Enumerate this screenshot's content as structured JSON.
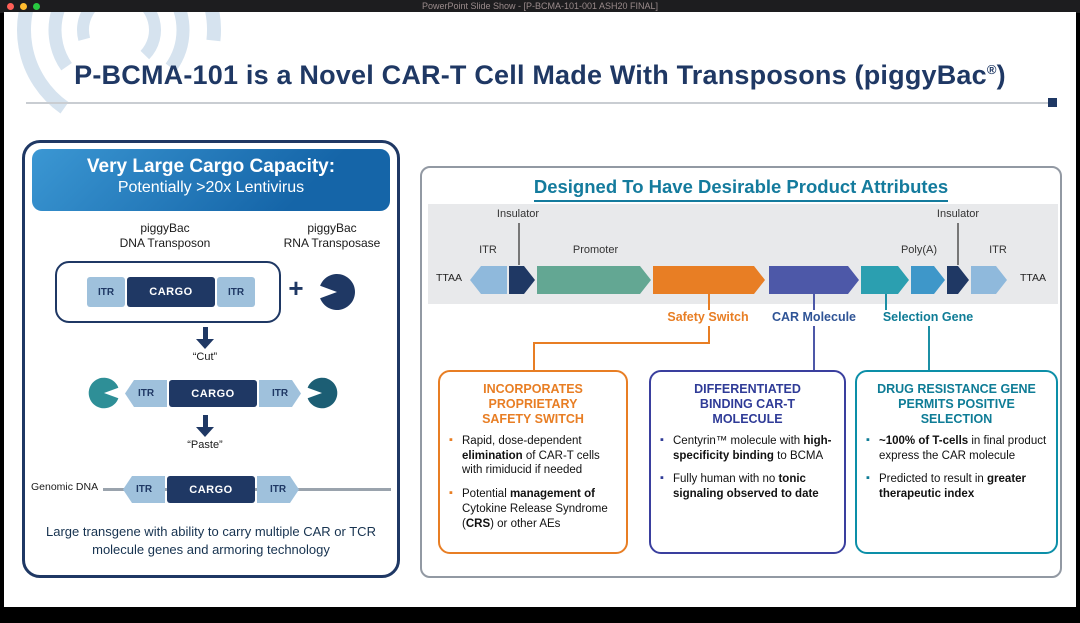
{
  "titlebar": {
    "title": "PowerPoint Slide Show - [P-BCMA-101-001 ASH20 FINAL]"
  },
  "slide": {
    "title_main": "P-BCMA-101 is a Novel CAR-T Cell Made With Transposons (piggyBac",
    "title_reg": "®",
    "title_close": ")"
  },
  "left_panel": {
    "header_line1": "Very Large Cargo Capacity:",
    "header_line2": "Potentially >20x Lentivirus",
    "dna_transposon_label_line1": "piggyBac",
    "dna_transposon_label_line2": "DNA Transposon",
    "rna_transposase_label_line1": "piggyBac",
    "rna_transposase_label_line2": "RNA Transposase",
    "itr": "ITR",
    "cargo": "CARGO",
    "plus": "+",
    "cut_label": "“Cut”",
    "paste_label": "“Paste”",
    "genomic_dna_label": "Genomic DNA",
    "footer": "Large transgene with ability to carry multiple CAR or TCR molecule genes and armoring technology"
  },
  "right_panel": {
    "header": "Designed To Have Desirable Product Attributes",
    "construct": {
      "ttaa": "TTAA",
      "insulator": "Insulator",
      "itr": "ITR",
      "promoter": "Promoter",
      "polya": "Poly(A)",
      "safety_switch_label": "Safety Switch",
      "car_molecule_label": "CAR Molecule",
      "selection_gene_label": "Selection Gene"
    },
    "boxes": [
      {
        "title": "INCORPORATES PROPRIETARY SAFETY SWITCH",
        "accent": "#E87E24",
        "bullets": [
          [
            {
              "t": "Rapid, dose-dependent "
            },
            {
              "t": "elimination",
              "b": true
            },
            {
              "t": " of CAR-T cells with rimiducid if needed"
            }
          ],
          [
            {
              "t": "Potential "
            },
            {
              "t": "management of",
              "b": true
            },
            {
              "t": " Cytokine Release Syndrome ("
            },
            {
              "t": "CRS",
              "b": true
            },
            {
              "t": ") or other AEs"
            }
          ]
        ]
      },
      {
        "title": "DIFFERENTIATED BINDING CAR-T MOLECULE",
        "accent": "#2F3B97",
        "bullets": [
          [
            {
              "t": "Centyrin™ molecule with "
            },
            {
              "t": "high-specificity binding",
              "b": true
            },
            {
              "t": " to BCMA"
            }
          ],
          [
            {
              "t": "Fully human with no "
            },
            {
              "t": "tonic signaling observed to date",
              "b": true
            }
          ]
        ]
      },
      {
        "title": "DRUG RESISTANCE GENE PERMITS POSITIVE SELECTION",
        "accent": "#0E7C96",
        "bullets": [
          [
            {
              "t": "~100% of T-cells",
              "b": true
            },
            {
              "t": " in final product express the CAR molecule"
            }
          ],
          [
            {
              "t": "Predicted to result in "
            },
            {
              "t": "greater therapeutic index",
              "b": true
            }
          ]
        ]
      }
    ]
  },
  "colors": {
    "navy": "#1F3864",
    "panel_header_blue": "#1B74B8",
    "itr_light_blue": "#8FB9DC",
    "promoter_green": "#63A793",
    "safety_switch_orange": "#E87E24",
    "car_molecule_purple": "#4D58A8",
    "selection_gene_teal": "#2B9FB0",
    "polya_blue": "#3E97C9",
    "right_header_teal": "#147B9D"
  }
}
